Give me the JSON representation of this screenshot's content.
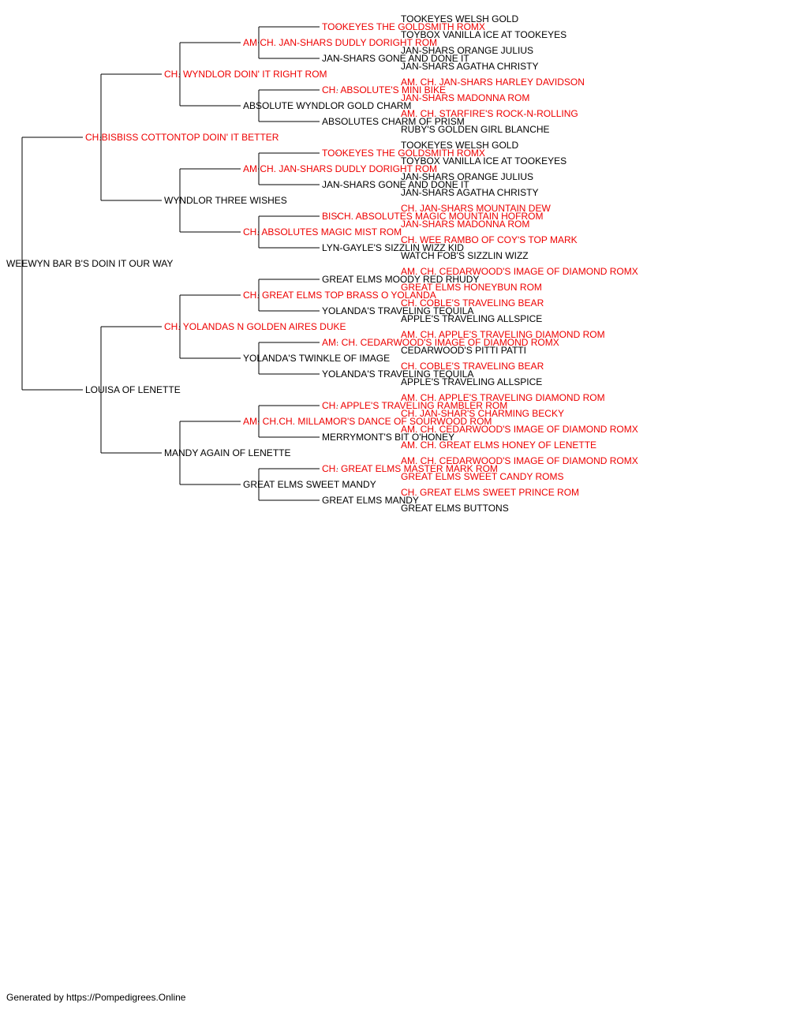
{
  "colors": {
    "champion": "#ee0000",
    "regular": "#000000",
    "line": "#000000"
  },
  "footer": "Generated by https://Pompedigrees.Online",
  "pedigree": {
    "name": "WEEWYN BAR B'S DOIN IT OUR WAY",
    "champion": false,
    "sire": {
      "name": "CH.BISBISS COTTONTOP DOIN' IT BETTER",
      "champion": true,
      "sire": {
        "name": "CH. WYNDLOR DOIN' IT RIGHT ROM",
        "champion": true,
        "sire": {
          "name": "AM CH. JAN-SHARS DUDLY DORIGHT ROM",
          "champion": true,
          "sire": {
            "name": "TOOKEYES THE GOLDSMITH ROMX",
            "champion": true,
            "sire": {
              "name": "TOOKEYES WELSH GOLD",
              "champion": false
            },
            "dam": {
              "name": "TOYBOX VANILLA ICE AT TOOKEYES",
              "champion": false
            }
          },
          "dam": {
            "name": "JAN-SHARS GONE AND DONE IT",
            "champion": false,
            "sire": {
              "name": "JAN-SHARS ORANGE JULIUS",
              "champion": false
            },
            "dam": {
              "name": "JAN-SHARS AGATHA CHRISTY",
              "champion": false
            }
          }
        },
        "dam": {
          "name": "ABSOLUTE WYNDLOR GOLD CHARM",
          "champion": false,
          "sire": {
            "name": "CH. ABSOLUTE'S MINI BIKE",
            "champion": true,
            "sire": {
              "name": "AM. CH. JAN-SHARS HARLEY DAVIDSON",
              "champion": true
            },
            "dam": {
              "name": "JAN-SHARS MADONNA ROM",
              "champion": true
            }
          },
          "dam": {
            "name": "ABSOLUTES CHARM OF PRISM",
            "champion": false,
            "sire": {
              "name": "AM. CH. STARFIRE'S ROCK-N-ROLLING",
              "champion": true
            },
            "dam": {
              "name": "RUBY'S GOLDEN GIRL BLANCHE",
              "champion": false
            }
          }
        }
      },
      "dam": {
        "name": "WYNDLOR THREE WISHES",
        "champion": false,
        "sire": {
          "name": "AM CH. JAN-SHARS DUDLY DORIGHT ROM",
          "champion": true,
          "sire": {
            "name": "TOOKEYES THE GOLDSMITH ROMX",
            "champion": true,
            "sire": {
              "name": "TOOKEYES WELSH GOLD",
              "champion": false
            },
            "dam": {
              "name": "TOYBOX VANILLA ICE AT TOOKEYES",
              "champion": false
            }
          },
          "dam": {
            "name": "JAN-SHARS GONE AND DONE IT",
            "champion": false,
            "sire": {
              "name": "JAN-SHARS ORANGE JULIUS",
              "champion": false
            },
            "dam": {
              "name": "JAN-SHARS AGATHA CHRISTY",
              "champion": false
            }
          }
        },
        "dam": {
          "name": "CH. ABSOLUTES MAGIC MIST ROM",
          "champion": true,
          "sire": {
            "name": "BISCH. ABSOLUTES MAGIC MOUNTAIN HOFROM",
            "champion": true,
            "sire": {
              "name": "CH. JAN-SHARS MOUNTAIN DEW",
              "champion": true
            },
            "dam": {
              "name": "JAN-SHARS MADONNA ROM",
              "champion": true
            }
          },
          "dam": {
            "name": "LYN-GAYLE'S SIZZLIN WIZZ KID",
            "champion": false,
            "sire": {
              "name": "CH. WEE RAMBO OF COY'S TOP MARK",
              "champion": true
            },
            "dam": {
              "name": "WATCH FOB'S SIZZLIN WIZZ",
              "champion": false
            }
          }
        }
      }
    },
    "dam": {
      "name": "LOUISA OF LENETTE",
      "champion": false,
      "sire": {
        "name": "CH. YOLANDAS N GOLDEN AIRES DUKE",
        "champion": true,
        "sire": {
          "name": "CH. GREAT ELMS TOP BRASS O YOLANDA",
          "champion": true,
          "sire": {
            "name": "GREAT ELMS MOODY RED RHUDY",
            "champion": false,
            "sire": {
              "name": "AM. CH. CEDARWOOD'S IMAGE OF DIAMOND ROMX",
              "champion": true
            },
            "dam": {
              "name": "GREAT ELMS HONEYBUN ROM",
              "champion": true
            }
          },
          "dam": {
            "name": "YOLANDA'S TRAVELING TEQUILA",
            "champion": false,
            "sire": {
              "name": "CH. COBLE'S TRAVELING BEAR",
              "champion": true
            },
            "dam": {
              "name": "APPLE'S TRAVELING ALLSPICE",
              "champion": false
            }
          }
        },
        "dam": {
          "name": "YOLANDA'S TWINKLE OF IMAGE",
          "champion": false,
          "sire": {
            "name": "AM. CH. CEDARWOOD'S IMAGE OF DIAMOND ROMX",
            "champion": true,
            "sire": {
              "name": "AM. CH. APPLE'S TRAVELING DIAMOND ROM",
              "champion": true
            },
            "dam": {
              "name": "CEDARWOOD'S PITTI PATTI",
              "champion": false
            }
          },
          "dam": {
            "name": "YOLANDA'S TRAVELING TEQUILA",
            "champion": false,
            "sire": {
              "name": "CH. COBLE'S TRAVELING BEAR",
              "champion": true
            },
            "dam": {
              "name": "APPLE'S TRAVELING ALLSPICE",
              "champion": false
            }
          }
        }
      },
      "dam": {
        "name": "MANDY AGAIN OF LENETTE",
        "champion": false,
        "sire": {
          "name": "AM. CH.CH. MILLAMOR'S DANCE OF SOURWOOD ROM",
          "champion": true,
          "sire": {
            "name": "CH. APPLE'S TRAVELING RAMBLER ROM",
            "champion": true,
            "sire": {
              "name": "AM. CH. APPLE'S TRAVELING DIAMOND ROM",
              "champion": true
            },
            "dam": {
              "name": "CH. JAN-SHAR'S CHARMING BECKY",
              "champion": true
            }
          },
          "dam": {
            "name": "MERRYMONT'S BIT O'HONEY",
            "champion": false,
            "sire": {
              "name": "AM. CH. CEDARWOOD'S IMAGE OF DIAMOND ROMX",
              "champion": true
            },
            "dam": {
              "name": "AM. CH. GREAT ELMS HONEY OF LENETTE",
              "champion": true
            }
          }
        },
        "dam": {
          "name": "GREAT ELMS SWEET MANDY",
          "champion": false,
          "sire": {
            "name": "CH. GREAT ELMS MASTER MARK ROM",
            "champion": true,
            "sire": {
              "name": "AM. CH. CEDARWOOD'S IMAGE OF DIAMOND ROMX",
              "champion": true
            },
            "dam": {
              "name": "GREAT ELMS SWEET CANDY ROMS",
              "champion": true
            }
          },
          "dam": {
            "name": "GREAT ELMS MANDY",
            "champion": false,
            "sire": {
              "name": "CH. GREAT ELMS SWEET PRINCE ROM",
              "champion": true
            },
            "dam": {
              "name": "GREAT ELMS BUTTONS",
              "champion": false
            }
          }
        }
      }
    }
  }
}
